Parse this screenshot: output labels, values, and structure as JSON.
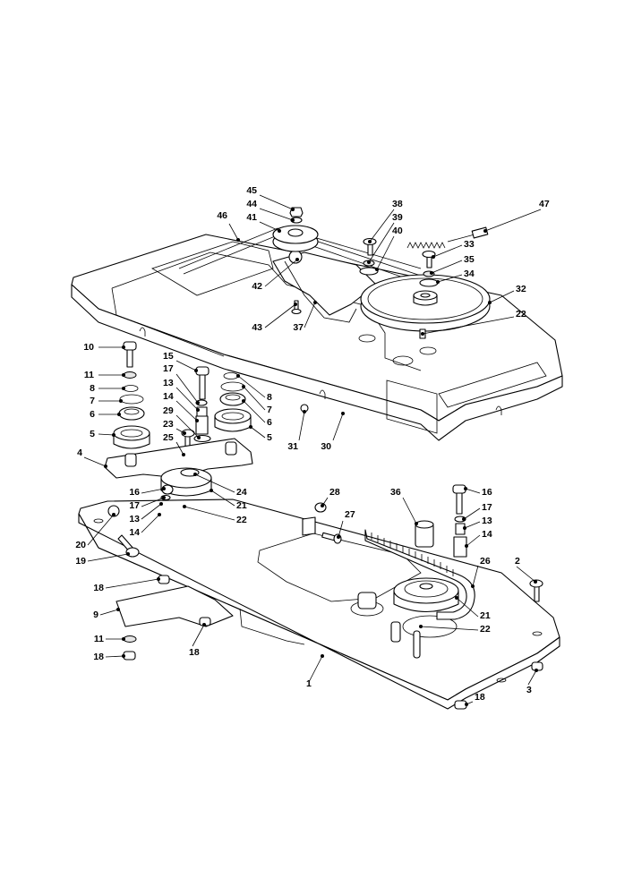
{
  "diagram": {
    "type": "exploded-parts-diagram",
    "subject": "mower deck transmission cover, pulleys, belts and base plate assembly",
    "callouts": [
      {
        "label": "1",
        "part": "base plate"
      },
      {
        "label": "2",
        "part": "screw"
      },
      {
        "label": "3",
        "part": "nut"
      },
      {
        "label": "4",
        "part": "tensioner plate"
      },
      {
        "label": "5",
        "part": "toothed pulley"
      },
      {
        "label": "6",
        "part": "bearing"
      },
      {
        "label": "7",
        "part": "circlip"
      },
      {
        "label": "8",
        "part": "circlip"
      },
      {
        "label": "9",
        "part": "bracket"
      },
      {
        "label": "10",
        "part": "screw"
      },
      {
        "label": "11",
        "part": "washer"
      },
      {
        "label": "13",
        "part": "bushing"
      },
      {
        "label": "14",
        "part": "spacer"
      },
      {
        "label": "15",
        "part": "screw"
      },
      {
        "label": "16",
        "part": "screw"
      },
      {
        "label": "17",
        "part": "washer"
      },
      {
        "label": "18",
        "part": "nut"
      },
      {
        "label": "19",
        "part": "pin"
      },
      {
        "label": "20",
        "part": "knob"
      },
      {
        "label": "21",
        "part": "toothed pulley"
      },
      {
        "label": "22",
        "part": "shaft key"
      },
      {
        "label": "23",
        "part": "screw"
      },
      {
        "label": "24",
        "part": "washer"
      },
      {
        "label": "25",
        "part": "washer"
      },
      {
        "label": "26",
        "part": "toothed belt"
      },
      {
        "label": "27",
        "part": "screw"
      },
      {
        "label": "28",
        "part": "nut"
      },
      {
        "label": "29",
        "part": "spacer"
      },
      {
        "label": "30",
        "part": "cover"
      },
      {
        "label": "31",
        "part": "screw"
      },
      {
        "label": "32",
        "part": "pulley"
      },
      {
        "label": "33",
        "part": "screw"
      },
      {
        "label": "34",
        "part": "washer"
      },
      {
        "label": "35",
        "part": "washer"
      },
      {
        "label": "36",
        "part": "bushing"
      },
      {
        "label": "37",
        "part": "belt guide"
      },
      {
        "label": "38",
        "part": "screw"
      },
      {
        "label": "39",
        "part": "washer"
      },
      {
        "label": "40",
        "part": "washer"
      },
      {
        "label": "41",
        "part": "pulley"
      },
      {
        "label": "42",
        "part": "tensioner arm"
      },
      {
        "label": "43",
        "part": "screw"
      },
      {
        "label": "44",
        "part": "washer"
      },
      {
        "label": "45",
        "part": "nut"
      },
      {
        "label": "46",
        "part": "V-belt"
      },
      {
        "label": "47",
        "part": "spring and cable"
      }
    ]
  }
}
